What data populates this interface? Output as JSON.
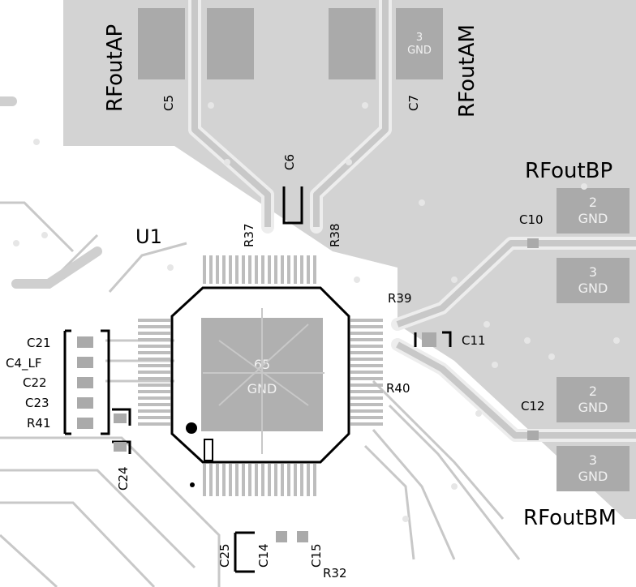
{
  "board": {
    "nets": {
      "rfout_ap": "RFoutAP",
      "rfout_am": "RFoutAM",
      "rfout_bp": "RFoutBP",
      "rfout_bm": "RFoutBM"
    },
    "components": {
      "u1": "U1",
      "c5": "C5",
      "c6": "C6",
      "c7": "C7",
      "c10": "C10",
      "c11": "C11",
      "c12": "C12",
      "c14": "C14",
      "c15": "C15",
      "c21": "C21",
      "c4_lf": "C4_LF",
      "c22": "C22",
      "c23": "C23",
      "c24": "C24",
      "c25": "C25",
      "r32": "R32",
      "r37": "R37",
      "r38": "R38",
      "r39": "R39",
      "r40": "R40",
      "r41": "R41"
    },
    "pads": {
      "top_gnd_num": "3",
      "top_gnd_name": "GND",
      "bp_pin2_num": "2",
      "bp_pin2_name": "GND",
      "bp_pin3_num": "3",
      "bp_pin3_name": "GND",
      "bm_pin2_num": "2",
      "bm_pin2_name": "GND",
      "bm_pin3_num": "3",
      "bm_pin3_name": "GND",
      "center_num": "65",
      "center_name": "GND"
    },
    "colors": {
      "copper": "#d3d3d3",
      "pad": "#aaaaaa",
      "trace": "#c8c8c8",
      "silk": "#000000",
      "background": "#ffffff"
    }
  }
}
